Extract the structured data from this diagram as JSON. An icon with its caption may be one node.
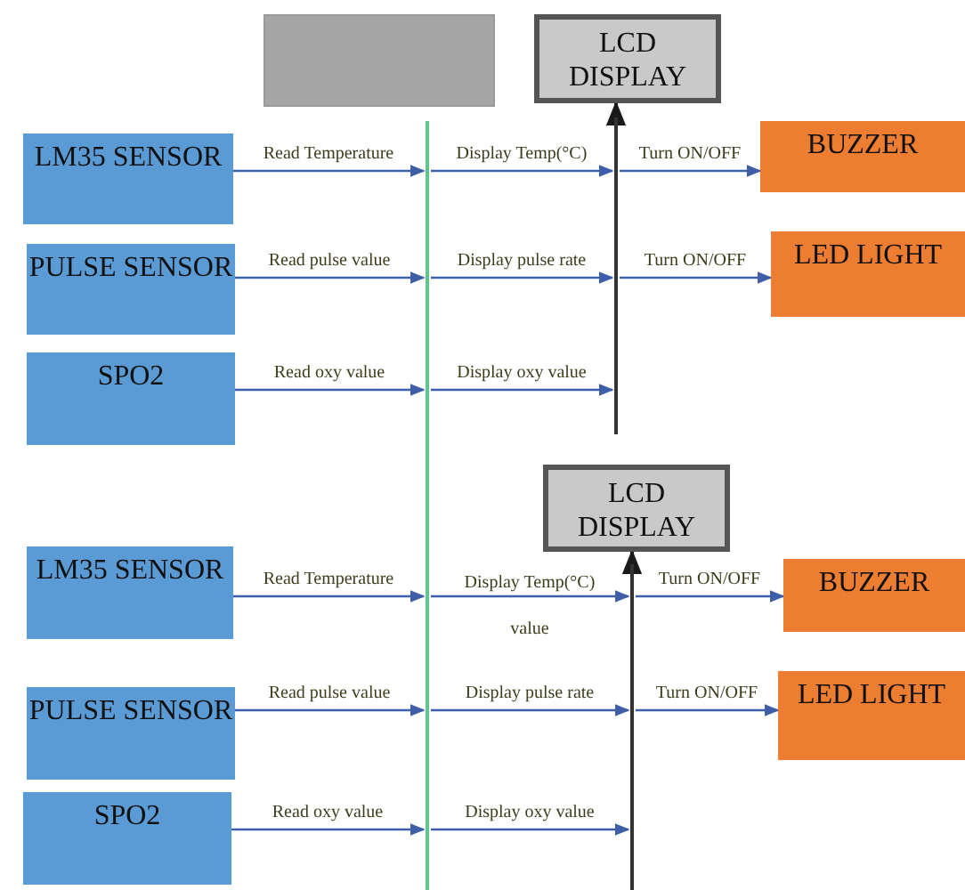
{
  "diagram": {
    "nodes": [
      {
        "text": [],
        "shape": "box"
      },
      {
        "text": [
          "LCD DISPLAY"
        ]
      },
      {
        "text": [],
        "shape": "bar"
      },
      {
        "text": [],
        "shape": "bar"
      },
      {
        "text": [
          "LM35 SENSOR"
        ]
      },
      {
        "text": [
          "BUZZER"
        ]
      },
      {
        "text": [
          "PULSE SENSOR"
        ]
      },
      {
        "text": [
          "LED LIGHT"
        ]
      },
      {
        "text": [
          "SPO2"
        ]
      },
      {
        "text": [
          "LCD DISPLAY"
        ]
      },
      {
        "text": [],
        "shape": "bar"
      },
      {
        "text": [
          "LM35 SENSOR"
        ]
      },
      {
        "text": [
          "BUZZER"
        ]
      },
      {
        "text": [
          "PULSE SENSOR"
        ]
      },
      {
        "text": [
          "LED LIGHT"
        ]
      },
      {
        "text": [
          "SPO2"
        ]
      }
    ],
    "edges": [
      {
        "from": 3,
        "to": 1,
        "arrow": "to",
        "color": "#1a1a1a"
      },
      {
        "from": 4,
        "to": 2,
        "arrow": "to",
        "label": "Read Temperature"
      },
      {
        "from": 2,
        "to": 3,
        "arrow": "to",
        "label": "Display Temp(°C)"
      },
      {
        "from": 3,
        "to": 5,
        "arrow": "to",
        "label": "Turn ON/OFF"
      },
      {
        "from": 6,
        "to": 2,
        "arrow": "to",
        "label": "Read pulse value"
      },
      {
        "from": 2,
        "to": 3,
        "arrow": "to",
        "label": "Display pulse rate"
      },
      {
        "from": 3,
        "to": 7,
        "arrow": "to",
        "label": "Turn ON/OFF"
      },
      {
        "from": 8,
        "to": 2,
        "arrow": "to",
        "label": "Read oxy value"
      },
      {
        "from": 2,
        "to": 3,
        "arrow": "to",
        "label": "Display oxy value"
      },
      {
        "from": 10,
        "to": 9,
        "arrow": "to",
        "color": "#1a1a1a"
      },
      {
        "from": 11,
        "to": 2,
        "arrow": "to",
        "label": "Read Temperature"
      },
      {
        "from": 2,
        "to": 10,
        "arrow": "to",
        "label": "Display Temp(°C) value"
      },
      {
        "from": 10,
        "to": 12,
        "arrow": "to",
        "label": "Turn ON/OFF"
      },
      {
        "from": 13,
        "to": 2,
        "arrow": "to",
        "label": "Read pulse value"
      },
      {
        "from": 2,
        "to": 10,
        "arrow": "to",
        "label": "Display pulse rate"
      },
      {
        "from": 10,
        "to": 14,
        "arrow": "to",
        "label": "Turn ON/OFF"
      },
      {
        "from": 15,
        "to": 2,
        "arrow": "to",
        "label": "Read oxy value"
      },
      {
        "from": 2,
        "to": 10,
        "arrow": "to",
        "label": "Display oxy value"
      }
    ]
  }
}
